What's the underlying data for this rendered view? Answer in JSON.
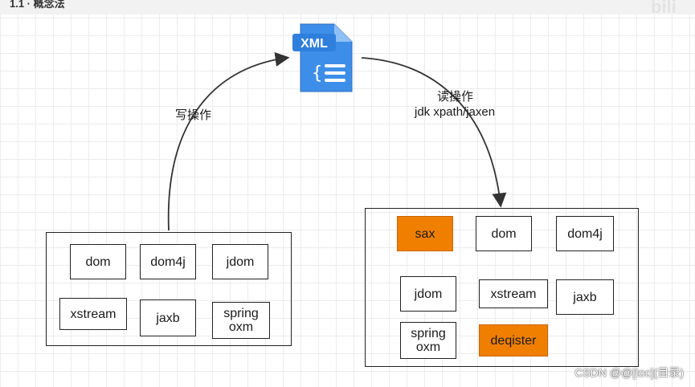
{
  "header": {
    "title": "1.1 · 概念法",
    "logo": "bili"
  },
  "xml_icon": {
    "text": "XML",
    "color": "#3d8ee8"
  },
  "left_group": {
    "items": [
      {
        "label": "dom"
      },
      {
        "label": "dom4j"
      },
      {
        "label": "jdom"
      },
      {
        "label": "xstream"
      },
      {
        "label": "jaxb"
      },
      {
        "label": "spring\noxm"
      }
    ]
  },
  "right_group": {
    "items": [
      {
        "label": "sax",
        "highlighted": true
      },
      {
        "label": "dom",
        "highlighted": false
      },
      {
        "label": "dom4j",
        "highlighted": false
      },
      {
        "label": "jdom",
        "highlighted": false
      },
      {
        "label": "xstream",
        "highlighted": false
      },
      {
        "label": "jaxb",
        "highlighted": false
      },
      {
        "label": "spring\noxm",
        "highlighted": false
      },
      {
        "label": "deqister",
        "highlighted": true
      }
    ],
    "highlight_color": "#f07f00"
  },
  "arrows": {
    "write_label": "写操作",
    "read_label": "读操作",
    "read_sublabel": "jdk xpath/jaxen"
  },
  "watermark": "CSDN @@[toc](目录)"
}
